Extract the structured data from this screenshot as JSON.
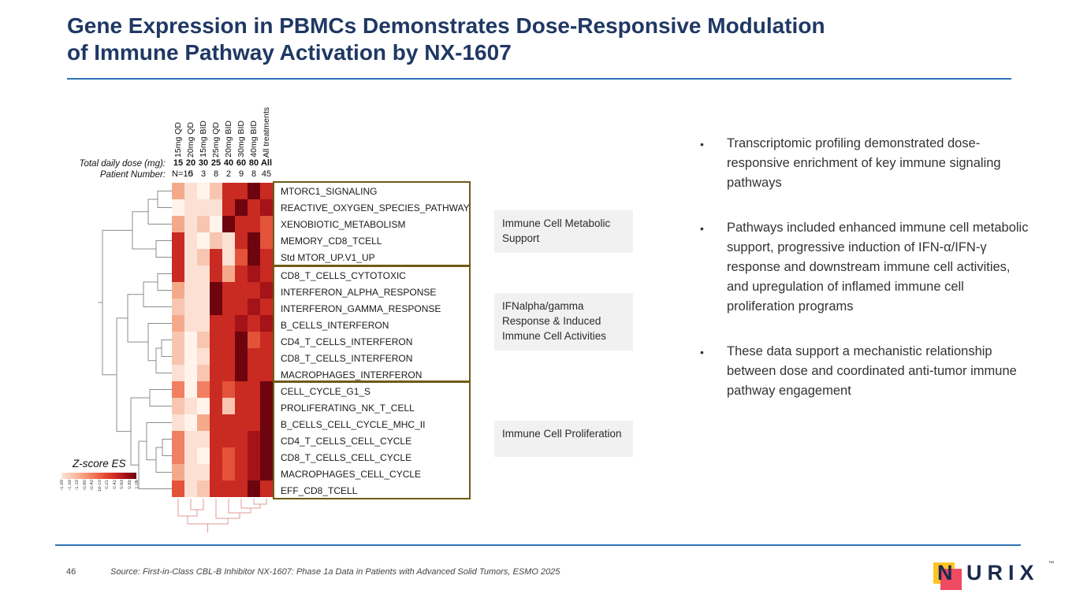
{
  "slide": {
    "title_lines": [
      "Gene Expression in PBMCs Demonstrates Dose-Responsive Modulation",
      "of Immune Pathway Activation by NX-1607"
    ],
    "page_number": "46",
    "source": "Source: First-in-Class CBL-B Inhibitor NX-1607: Phase 1a Data in Patients with Advanced Solid Tumors, ESMO 2025",
    "logo": {
      "n": "N",
      "rest": "URIX",
      "tm": "™"
    },
    "accent_colors": {
      "title": "#1F3864",
      "divider": "#2E74B5",
      "row_box_border": "#6F5B16",
      "logo_navy": "#1B2B4D",
      "logo_yellow": "#FFC425",
      "logo_pink": "#EE4A62"
    }
  },
  "axis": {
    "dose_label": "Total daily dose (mg):",
    "patient_label": "Patient Number:"
  },
  "bullets": [
    "Transcriptomic profiling demonstrated dose-responsive enrichment of key immune signaling pathways",
    "Pathways included enhanced immune cell metabolic support, progressive induction of IFN-α/IFN-γ response and downstream immune cell activities, and upregulation of inflamed immune cell proliferation programs",
    "These data support a mechanistic relationship between dose and coordinated anti-tumor immune pathway engagement"
  ],
  "chart_data": {
    "type": "heatmap",
    "columns": [
      "15mg QD",
      "20mg QD",
      "15mg BID",
      "25mg QD",
      "20mg BID",
      "30mg BID",
      "40mg BID",
      "All treatments"
    ],
    "total_daily_dose_mg": [
      "15",
      "20",
      "30",
      "25",
      "40",
      "60",
      "80",
      "All"
    ],
    "patient_n": [
      "N=10",
      "5",
      "3",
      "8",
      "2",
      "9",
      "8",
      "45"
    ],
    "rows": [
      "MTORC1_SIGNALING",
      "REACTIVE_OXYGEN_SPECIES_PATHWAY",
      "XENOBIOTIC_METABOLISM",
      "MEMORY_CD8_TCELL",
      "Std MTOR_UP.V1_UP",
      "CD8_T_CELLS_CYTOTOXIC",
      "INTERFERON_ALPHA_RESPONSE",
      "INTERFERON_GAMMA_RESPONSE",
      "B_CELLS_INTERFERON",
      "CD4_T_CELLS_INTERFERON",
      "CD8_T_CELLS_INTERFERON",
      "MACROPHAGES_INTERFERON",
      "CELL_CYCLE_G1_S",
      "PROLIFERATING_NK_T_CELL",
      "B_CELLS_CELL_CYCLE_MHC_II",
      "CD4_T_CELLS_CELL_CYCLE",
      "CD8_T_CELLS_CELL_CYCLE",
      "MACROPHAGES_CELL_CYCLE",
      "EFF_CD8_TCELL"
    ],
    "row_groups": [
      {
        "category": "Immune Cell Metabolic Support",
        "row_start": 0,
        "row_count": 5
      },
      {
        "category": "IFNalpha/gamma Response & Induced Immune Cell Activities",
        "row_start": 5,
        "row_count": 7
      },
      {
        "category": "Immune Cell Proliferation",
        "row_start": 12,
        "row_count": 7
      }
    ],
    "legend": {
      "title": "Z-score ES",
      "ticks": [
        "-1.99",
        "-1.59",
        "-1.19",
        "-0.80",
        "-0.40",
        "1e-10",
        "0.21",
        "0.42",
        "0.63",
        "0.85",
        "1.06"
      ]
    },
    "palette": [
      "#FFF3EC",
      "#FBE0D3",
      "#F8C6B0",
      "#F5A98B",
      "#F08061",
      "#E2533A",
      "#C92A22",
      "#A31318",
      "#6E040E"
    ],
    "value_note": "Cell values are visual intensity levels 0-8 mapped onto the Z-score ES color scale (-1.99 to 1.06)",
    "values": [
      [
        3,
        1,
        0,
        2,
        6,
        6,
        8,
        6
      ],
      [
        0,
        1,
        1,
        1,
        6,
        8,
        6,
        7
      ],
      [
        3,
        1,
        2,
        0,
        8,
        6,
        6,
        5
      ],
      [
        6,
        1,
        0,
        2,
        1,
        6,
        8,
        5
      ],
      [
        6,
        1,
        2,
        6,
        1,
        5,
        8,
        6
      ],
      [
        6,
        1,
        1,
        6,
        3,
        6,
        7,
        6
      ],
      [
        3,
        1,
        1,
        8,
        6,
        6,
        6,
        7
      ],
      [
        2,
        1,
        1,
        8,
        6,
        6,
        7,
        6
      ],
      [
        3,
        1,
        1,
        6,
        6,
        7,
        6,
        7
      ],
      [
        2,
        0,
        2,
        6,
        6,
        8,
        5,
        6
      ],
      [
        2,
        0,
        1,
        6,
        6,
        8,
        6,
        6
      ],
      [
        1,
        0,
        2,
        6,
        6,
        8,
        6,
        6
      ],
      [
        4,
        0,
        4,
        6,
        5,
        6,
        6,
        8
      ],
      [
        2,
        1,
        0,
        6,
        2,
        6,
        6,
        8
      ],
      [
        1,
        0,
        3,
        6,
        6,
        6,
        6,
        8
      ],
      [
        4,
        1,
        1,
        6,
        6,
        6,
        7,
        8
      ],
      [
        4,
        1,
        0,
        6,
        5,
        6,
        7,
        8
      ],
      [
        3,
        1,
        1,
        6,
        5,
        6,
        7,
        8
      ],
      [
        5,
        1,
        2,
        6,
        6,
        6,
        8,
        6
      ]
    ]
  }
}
